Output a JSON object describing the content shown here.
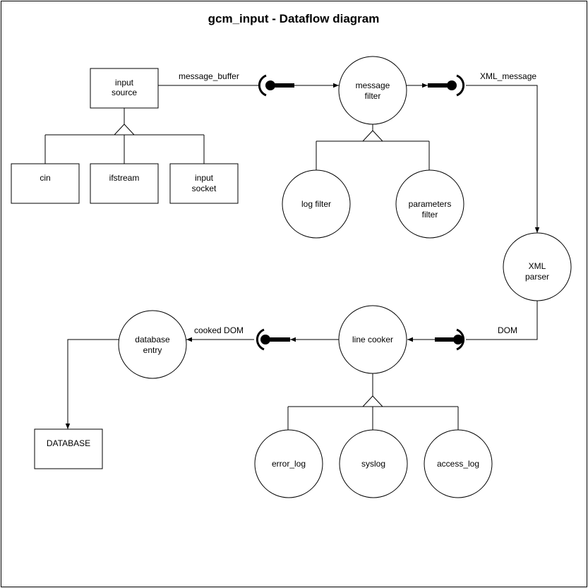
{
  "title": "gcm_input - Dataflow diagram",
  "nodes": {
    "input_source": [
      "input",
      "source"
    ],
    "cin": [
      "cin"
    ],
    "ifstream": [
      "ifstream"
    ],
    "input_socket": [
      "input",
      "socket"
    ],
    "message_filter": [
      "message",
      "filter"
    ],
    "log_filter": [
      "log filter"
    ],
    "parameters_filter": [
      "parameters",
      "filter"
    ],
    "xml_parser": [
      "XML",
      "parser"
    ],
    "line_cooker": [
      "line cooker"
    ],
    "database_entry": [
      "database",
      "entry"
    ],
    "database": [
      "DATABASE"
    ],
    "error_log": [
      "error_log"
    ],
    "syslog": [
      "syslog"
    ],
    "access_log": [
      "access_log"
    ]
  },
  "flows": {
    "message_buffer": "message_buffer",
    "xml_message": "XML_message",
    "dom": "DOM",
    "cooked_dom": "cooked DOM"
  }
}
